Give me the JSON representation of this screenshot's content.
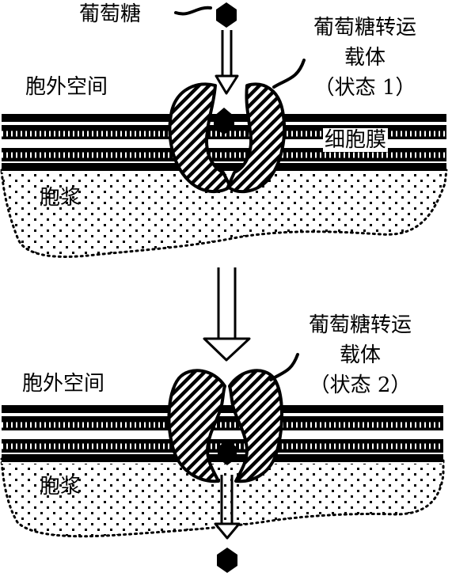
{
  "colors": {
    "ink": "#000000",
    "paper": "#ffffff"
  },
  "molecule": {
    "label": "葡萄糖"
  },
  "state1": {
    "extracellular_label": "胞外空间",
    "transporter_label_line1": "葡萄糖转运",
    "transporter_label_line2": "载体",
    "transporter_label_line3": "（状态 1）",
    "membrane_label": "细胞膜",
    "cytoplasm_label": "胞浆"
  },
  "state2": {
    "extracellular_label": "胞外空间",
    "transporter_label_line1": "葡萄糖转运",
    "transporter_label_line2": "载体",
    "transporter_label_line3": "（状态 2）",
    "cytoplasm_label": "胞浆"
  }
}
